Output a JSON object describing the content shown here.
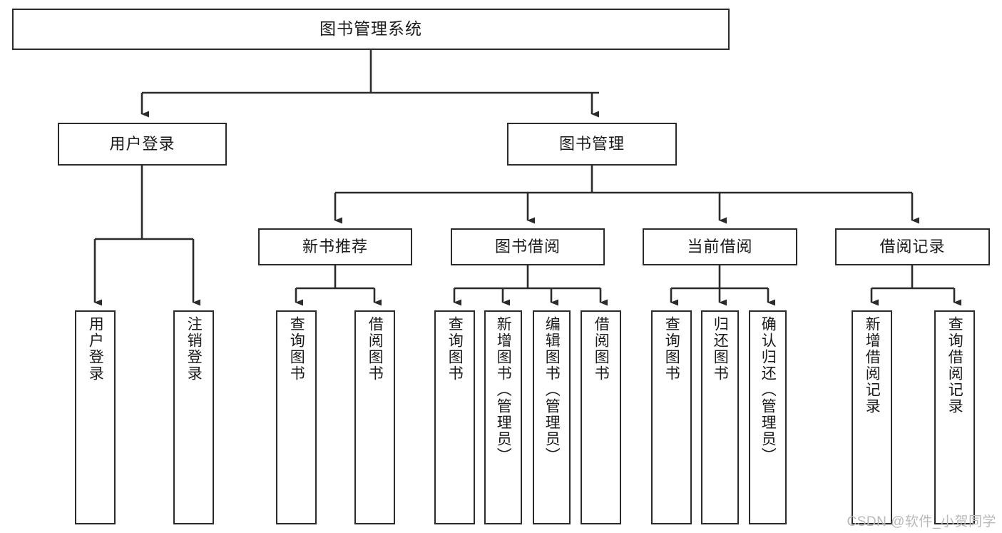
{
  "diagram": {
    "type": "tree",
    "title": "图书管理系统",
    "root": {
      "label": "图书管理系统"
    },
    "level2": [
      {
        "id": "user-login",
        "label": "用户登录"
      },
      {
        "id": "book-management",
        "label": "图书管理"
      }
    ],
    "level3": [
      {
        "id": "new-book-recommend",
        "label": "新书推荐"
      },
      {
        "id": "book-borrow",
        "label": "图书借阅"
      },
      {
        "id": "current-borrow",
        "label": "当前借阅"
      },
      {
        "id": "borrow-record",
        "label": "借阅记录"
      }
    ],
    "leaves": [
      {
        "id": "leaf-user-login",
        "label": "用户登录",
        "parent": "user-login"
      },
      {
        "id": "leaf-logout-login",
        "label": "注销登录",
        "parent": "user-login"
      },
      {
        "id": "leaf-query-book-1",
        "label": "查询图书",
        "parent": "new-book-recommend"
      },
      {
        "id": "leaf-borrow-book-1",
        "label": "借阅图书",
        "parent": "new-book-recommend"
      },
      {
        "id": "leaf-query-book-2",
        "label": "查询图书",
        "parent": "book-borrow"
      },
      {
        "id": "leaf-add-book",
        "label": "新增图书（管理员）",
        "parent": "book-borrow"
      },
      {
        "id": "leaf-edit-book",
        "label": "编辑图书（管理员）",
        "parent": "book-borrow"
      },
      {
        "id": "leaf-borrow-book-2",
        "label": "借阅图书",
        "parent": "book-borrow"
      },
      {
        "id": "leaf-query-book-3",
        "label": "查询图书",
        "parent": "current-borrow"
      },
      {
        "id": "leaf-return-book",
        "label": "归还图书",
        "parent": "current-borrow"
      },
      {
        "id": "leaf-confirm-return",
        "label": "确认归还（管理员）",
        "parent": "current-borrow"
      },
      {
        "id": "leaf-add-record",
        "label": "新增借阅记录",
        "parent": "borrow-record"
      },
      {
        "id": "leaf-query-record",
        "label": "查询借阅记录",
        "parent": "borrow-record"
      }
    ],
    "colors": {
      "stroke": "#2b2b2b",
      "fill": "#ffffff",
      "text": "#1a1a1a",
      "watermark": "#b9b9b9"
    }
  },
  "watermark": {
    "text": "CSDN @软件_小贺同学"
  }
}
